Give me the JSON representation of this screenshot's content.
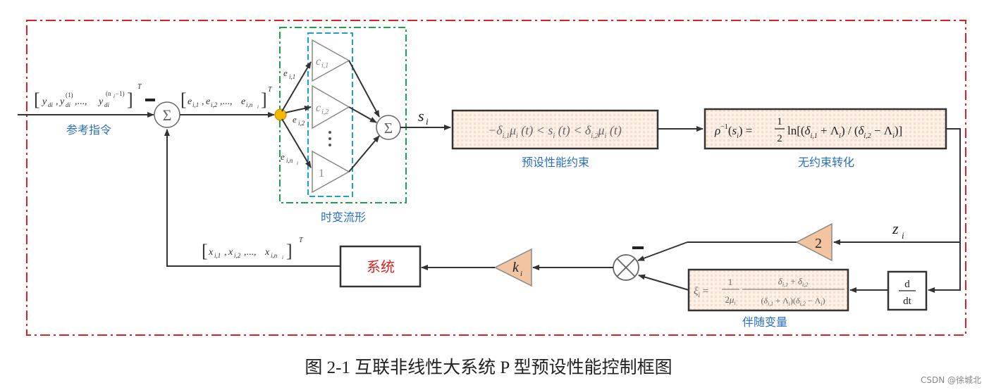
{
  "diagram": {
    "caption": "图 2-1  互联非线性大系统 P 型预设性能控制框图",
    "watermark": "CSDN @徐城北",
    "labels": {
      "reference": "参考指令",
      "manifold": "时变流形",
      "constraint": "预设性能约束",
      "transform": "无约束转化",
      "system": "系统",
      "companion": "伴随变量"
    },
    "math": {
      "ref_vec_1": "y",
      "ref_vec_sub": "di",
      "ref_vec_sup1": "(1)",
      "ref_vec_sup2": "(n",
      "ref_vec_sup2_sub": "i",
      "ref_vec_sup2_tail": "−1)",
      "err_vec": "e",
      "sum_symbol": "Σ",
      "minus": "−",
      "e1": "e",
      "e1_sub": "i,1",
      "e2_sub": "i,2",
      "en_sub": "i,n",
      "en_subsub": "i",
      "gain_c1": "c",
      "gain_c1_sub": "i,1",
      "gain_c2_sub": "i,2",
      "gain_one": "1",
      "s_i": "s",
      "s_i_sub": "i",
      "z_i": "z",
      "z_i_sub": "i",
      "gain_two": "2",
      "gain_k": "k",
      "gain_k_sub": "i",
      "d_num": "d",
      "d_den": "dt",
      "x_vec": "x",
      "transpose": "T"
    },
    "colors": {
      "outer_border": "#e02020",
      "manifold_border": "#1aa34a",
      "inner_border": "#1e9ed8",
      "label_blue": "#2a6fbf",
      "system_text": "#e02020",
      "gain_fill": "#f3c4a1",
      "node_fill": "#f5b800",
      "box_fill": "#fbe7d8"
    }
  }
}
